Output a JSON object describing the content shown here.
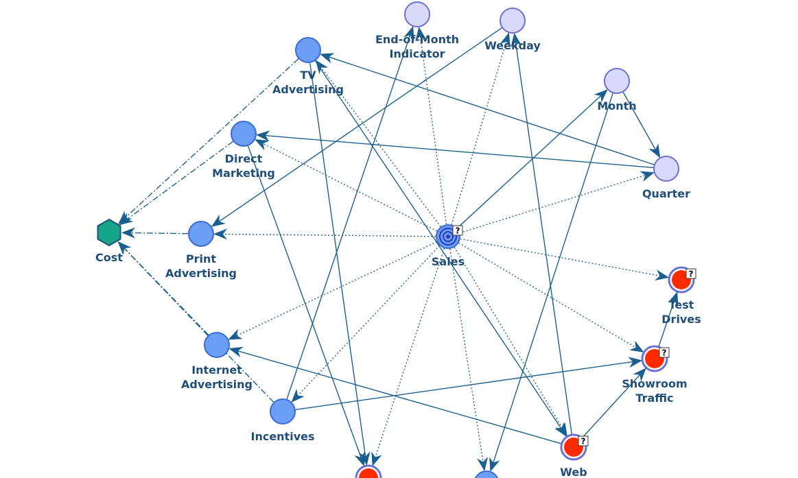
{
  "colors": {
    "edge": "#1a5f8f",
    "time_node_fill": "#d9dafa",
    "time_node_stroke": "#6b6fd3",
    "driver_fill": "#6b9ef5",
    "driver_stroke": "#3a69d8",
    "utility_fill": "#17a589",
    "utility_stroke": "#1f4e79",
    "outcome_fill": "#ff2a00",
    "outcome_ring": "#6b6fd3",
    "label": "#1f4e79"
  },
  "nodes": [
    {
      "id": "eom",
      "label_lines": [
        "End-of-Month",
        "Indicator"
      ],
      "kind": "time",
      "icon": "circle-node-icon"
    },
    {
      "id": "weekday",
      "label_lines": [
        "Weekday"
      ],
      "kind": "time",
      "icon": "circle-node-icon"
    },
    {
      "id": "month",
      "label_lines": [
        "Month"
      ],
      "kind": "time",
      "icon": "circle-node-icon"
    },
    {
      "id": "quarter",
      "label_lines": [
        "Quarter"
      ],
      "kind": "time",
      "icon": "circle-node-icon"
    },
    {
      "id": "tv",
      "label_lines": [
        "TV",
        "Advertising"
      ],
      "kind": "driver",
      "icon": "circle-node-icon"
    },
    {
      "id": "direct",
      "label_lines": [
        "Direct",
        "Marketing"
      ],
      "kind": "driver",
      "icon": "circle-node-icon"
    },
    {
      "id": "print",
      "label_lines": [
        "Print",
        "Advertising"
      ],
      "kind": "driver",
      "icon": "circle-node-icon"
    },
    {
      "id": "internet",
      "label_lines": [
        "Internet",
        "Advertising"
      ],
      "kind": "driver",
      "icon": "circle-node-icon"
    },
    {
      "id": "incentives",
      "label_lines": [
        "Incentives"
      ],
      "kind": "driver",
      "icon": "circle-node-icon"
    },
    {
      "id": "cost",
      "label_lines": [
        "Cost"
      ],
      "kind": "utility",
      "icon": "hexagon-node-icon"
    },
    {
      "id": "sales",
      "label_lines": [
        "Sales"
      ],
      "kind": "target",
      "icon": "target-node-icon",
      "badge": "?"
    },
    {
      "id": "testdrives",
      "label_lines": [
        "Test",
        "Drives"
      ],
      "kind": "outcome",
      "icon": "outcome-node-icon",
      "badge": "?"
    },
    {
      "id": "showroom",
      "label_lines": [
        "Showroom",
        "Traffic"
      ],
      "kind": "outcome",
      "icon": "outcome-node-icon",
      "badge": "?"
    },
    {
      "id": "web",
      "label_lines": [
        "Web"
      ],
      "kind": "outcome",
      "icon": "outcome-node-icon",
      "badge": "?"
    },
    {
      "id": "bottom_red",
      "label_lines": [],
      "kind": "outcome_partial",
      "icon": "outcome-node-icon"
    },
    {
      "id": "bottom_plain",
      "label_lines": [],
      "kind": "hidden",
      "icon": "circle-node-icon"
    }
  ],
  "edges": [
    {
      "from": "sales",
      "to": "tv",
      "style": "assoc"
    },
    {
      "from": "sales",
      "to": "direct",
      "style": "assoc"
    },
    {
      "from": "sales",
      "to": "print",
      "style": "assoc"
    },
    {
      "from": "sales",
      "to": "internet",
      "style": "assoc"
    },
    {
      "from": "sales",
      "to": "incentives",
      "style": "assoc"
    },
    {
      "from": "sales",
      "to": "eom",
      "style": "assoc"
    },
    {
      "from": "sales",
      "to": "weekday",
      "style": "assoc"
    },
    {
      "from": "sales",
      "to": "month",
      "style": "causal"
    },
    {
      "from": "sales",
      "to": "quarter",
      "style": "assoc"
    },
    {
      "from": "sales",
      "to": "testdrives",
      "style": "assoc"
    },
    {
      "from": "sales",
      "to": "showroom",
      "style": "assoc"
    },
    {
      "from": "sales",
      "to": "web",
      "style": "assoc"
    },
    {
      "from": "sales",
      "to": "bottom_red",
      "style": "assoc"
    },
    {
      "from": "sales",
      "to": "bottom_plain",
      "style": "assoc"
    },
    {
      "from": "month",
      "to": "quarter",
      "style": "causal"
    },
    {
      "from": "quarter",
      "to": "tv",
      "style": "causal"
    },
    {
      "from": "quarter",
      "to": "direct",
      "style": "causal"
    },
    {
      "from": "weekday",
      "to": "print",
      "style": "causal"
    },
    {
      "from": "incentives",
      "to": "eom",
      "style": "causal"
    },
    {
      "from": "web",
      "to": "weekday",
      "style": "causal"
    },
    {
      "from": "month",
      "to": "bottom_plain",
      "style": "causal"
    },
    {
      "from": "tv",
      "to": "bottom_red",
      "style": "causal"
    },
    {
      "from": "direct",
      "to": "bottom_red",
      "style": "causal"
    },
    {
      "from": "tv",
      "to": "web",
      "style": "causal"
    },
    {
      "from": "incentives",
      "to": "showroom",
      "style": "causal"
    },
    {
      "from": "web",
      "to": "internet",
      "style": "causal"
    },
    {
      "from": "web",
      "to": "showroom",
      "style": "causal"
    },
    {
      "from": "showroom",
      "to": "testdrives",
      "style": "causal"
    },
    {
      "from": "tv",
      "to": "cost",
      "style": "cost"
    },
    {
      "from": "direct",
      "to": "cost",
      "style": "cost"
    },
    {
      "from": "print",
      "to": "cost",
      "style": "cost"
    },
    {
      "from": "internet",
      "to": "cost",
      "style": "cost"
    },
    {
      "from": "incentives",
      "to": "cost",
      "style": "cost"
    }
  ]
}
